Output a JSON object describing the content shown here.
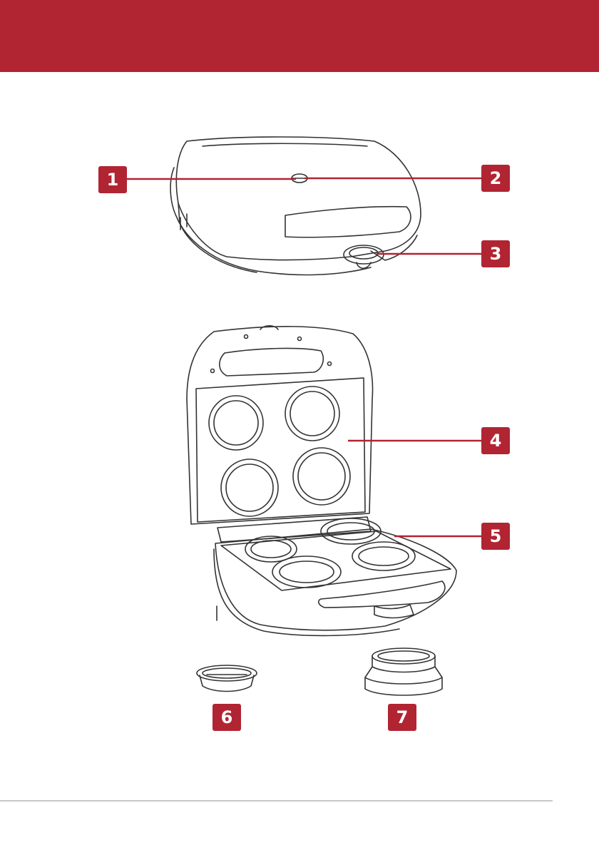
{
  "header": {
    "color": "#b12432"
  },
  "callouts": [
    {
      "id": "1",
      "label": "1"
    },
    {
      "id": "2",
      "label": "2"
    },
    {
      "id": "3",
      "label": "3"
    },
    {
      "id": "4",
      "label": "4"
    },
    {
      "id": "5",
      "label": "5"
    },
    {
      "id": "6",
      "label": "6"
    },
    {
      "id": "7",
      "label": "7"
    }
  ],
  "figures": {
    "closed": "closed-pie-maker",
    "open": "open-pie-maker",
    "small_cutter": "pastry-cutter-small",
    "large_press": "pastry-press-large"
  }
}
